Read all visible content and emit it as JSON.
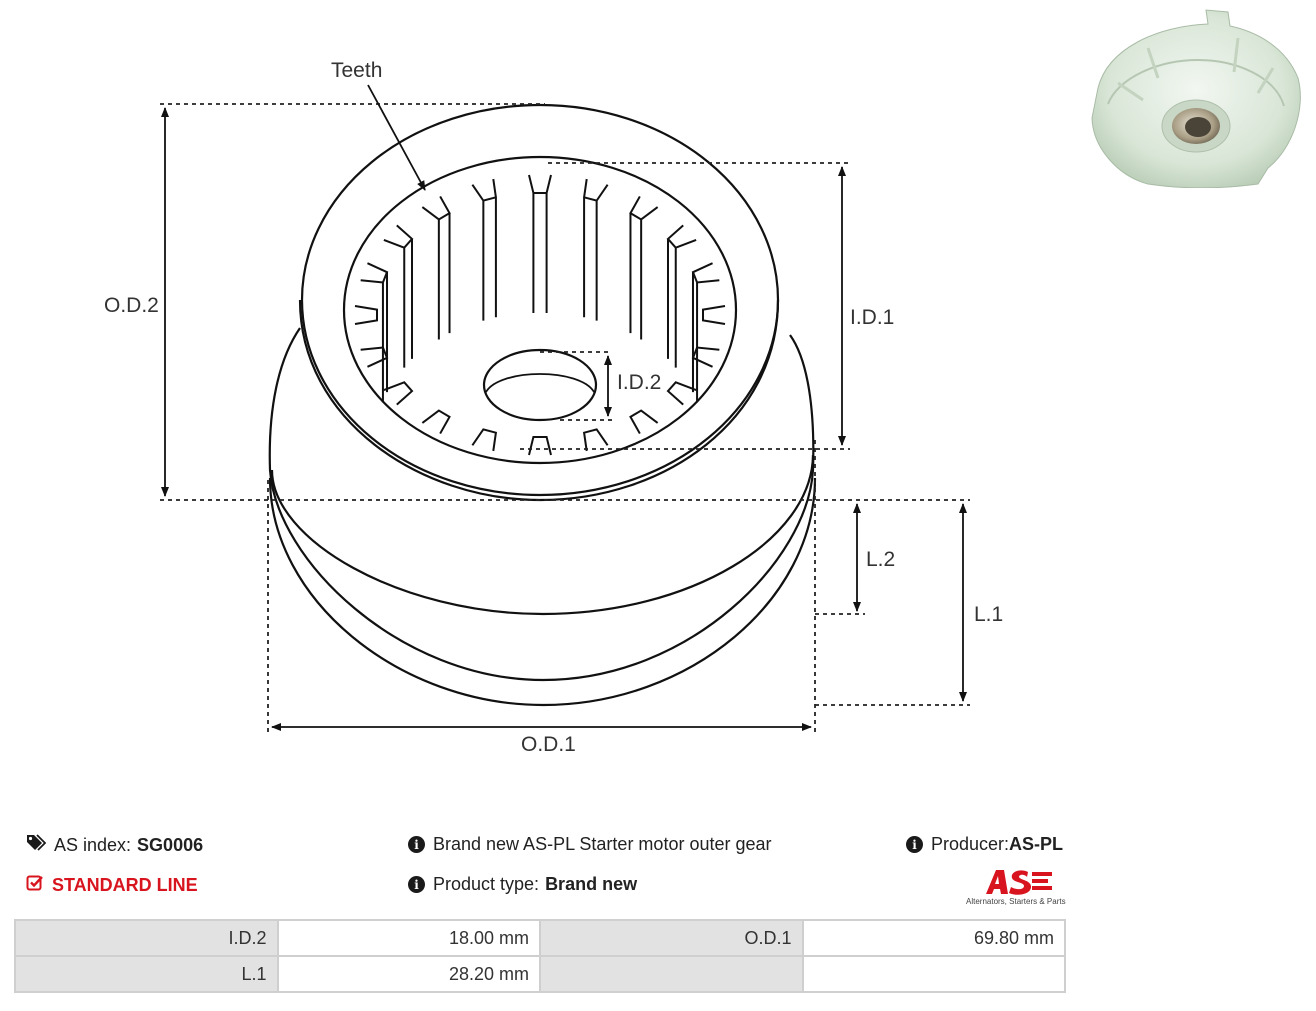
{
  "diagram": {
    "labels": {
      "teeth": "Teeth",
      "od2": "O.D.2",
      "id1": "I.D.1",
      "id2": "I.D.2",
      "l2": "L.2",
      "l1": "L.1",
      "od1": "O.D.1"
    }
  },
  "info": {
    "as_index_label": "AS index:",
    "as_index_value": "SG0006",
    "line": "STANDARD LINE",
    "description": "Brand new AS-PL Starter motor outer gear",
    "product_type_label": "Product type:",
    "product_type_value": "Brand new",
    "producer_label": "Producer:",
    "producer_value": "AS-PL",
    "logo_tagline": "Alternators, Starters & Parts",
    "icons": [
      "tags-icon",
      "check-square-icon",
      "info-icon"
    ]
  },
  "specs": [
    {
      "k1": "I.D.2",
      "v1": "18.00 mm",
      "k2": "O.D.1",
      "v2": "69.80 mm"
    },
    {
      "k1": "L.1",
      "v1": "28.20 mm",
      "k2": "",
      "v2": ""
    }
  ],
  "colors": {
    "brand_red": "#d8141e",
    "table_key_bg": "#e2e2e2",
    "table_border": "#cfcfcf"
  }
}
